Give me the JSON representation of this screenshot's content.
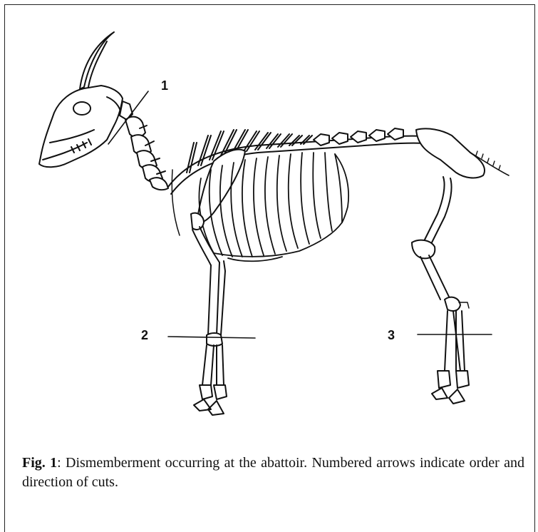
{
  "figure": {
    "cut_labels": [
      "1",
      "2",
      "3"
    ],
    "caption_label": "Fig. 1",
    "caption_text": ": Dismemberment occurring at the abattoir. Numbered arrows indicate order and direction of cuts."
  }
}
